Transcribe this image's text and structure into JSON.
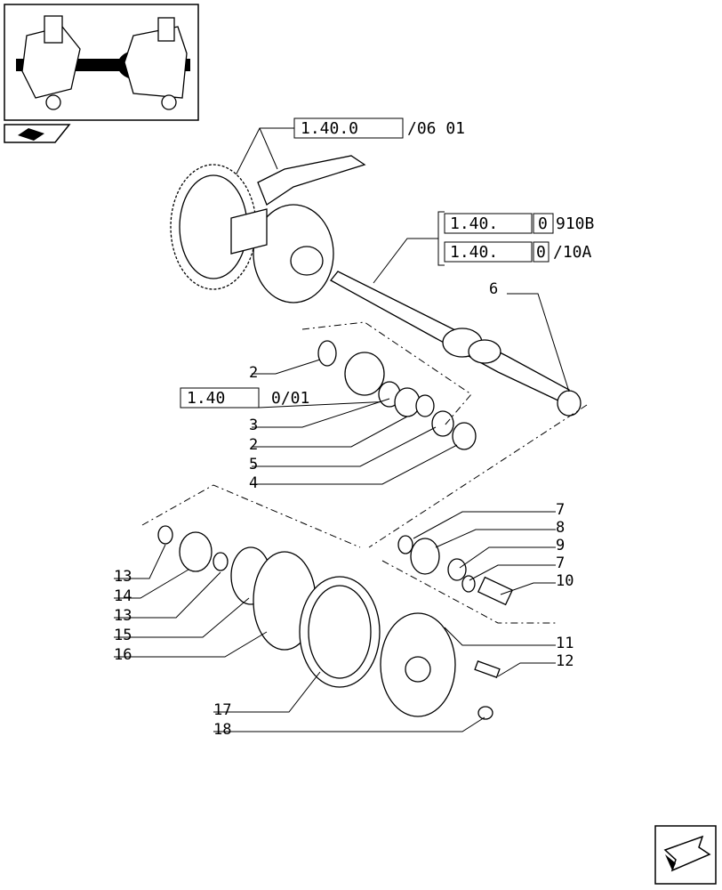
{
  "references": [
    {
      "boxed": "1.40.0",
      "suffix": "/06 01"
    },
    {
      "boxed": "1.40.",
      "boxed_digit": "0",
      "suffix": "910B"
    },
    {
      "boxed": "1.40.",
      "boxed_digit": "0",
      "suffix": "/10A"
    },
    {
      "boxed": "1.40",
      "suffix": "0/01"
    }
  ],
  "callouts": [
    "6",
    "2",
    "3",
    "2",
    "5",
    "4",
    "7",
    "8",
    "9",
    "7",
    "10",
    "13",
    "14",
    "13",
    "15",
    "16",
    "11",
    "12",
    "17",
    "18"
  ],
  "icons": {
    "thumbnail": "axle-assembly-thumbnail",
    "book": "book-icon",
    "next": "next-page-arrow-icon"
  }
}
